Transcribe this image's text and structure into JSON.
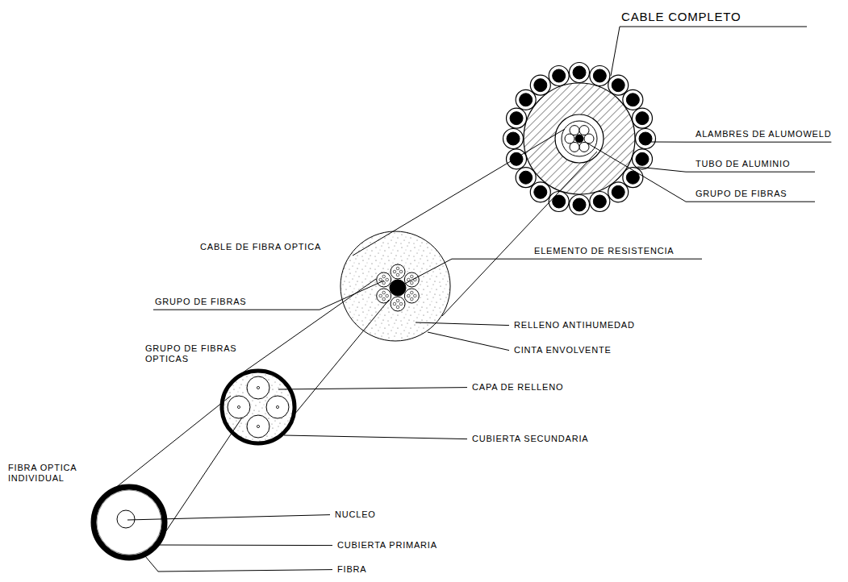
{
  "diagram": {
    "labels": [
      "CABLE COMPLETO",
      "ALAMBRES DE ALUMOWELD",
      "TUBO DE ALUMINIO",
      "GRUPO DE FIBRAS",
      "CABLE DE FIBRA OPTICA",
      "ELEMENTO DE RESISTENCIA",
      "GRUPO DE FIBRAS",
      "RELLENO ANTIHUMEDAD",
      "CINTA ENVOLVENTE",
      "GRUPO DE FIBRAS OPTICAS",
      "CAPA DE RELLENO",
      "CUBIERTA SECUNDARIA",
      "FIBRA OPTICA INDIVIDUAL",
      "NUCLEO",
      "CUBIERTA PRIMARIA",
      "FIBRA"
    ]
  }
}
